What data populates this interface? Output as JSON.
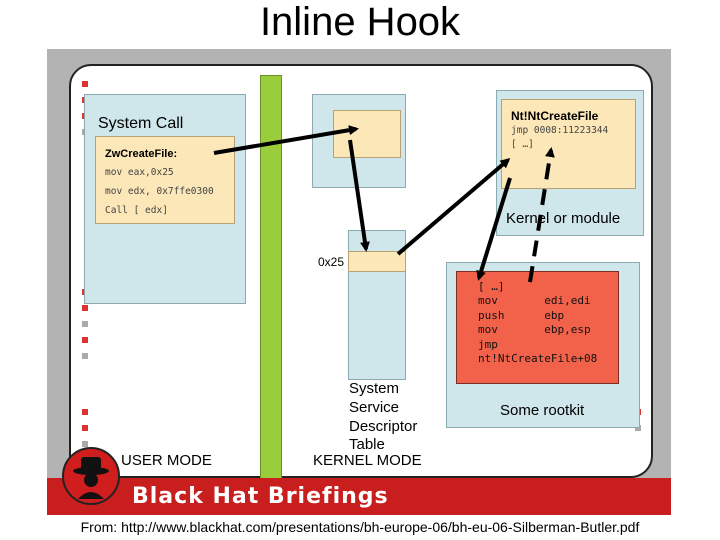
{
  "title": "Inline Hook",
  "footer": "From: http://www.blackhat.com/presentations/bh-europe-06/bh-eu-06-Silberman-Butler.pdf",
  "system_call": {
    "label": "System Call",
    "func": "ZwCreateFile:",
    "lines": [
      "mov eax,0x25",
      "mov edx, 0x7ffe0300",
      "Call [ edx]"
    ]
  },
  "ssdt": {
    "offset_label": "0x25",
    "label_lines": [
      "System",
      "Service",
      "Descriptor",
      "Table"
    ]
  },
  "kernel": {
    "func": "Nt!NtCreateFile",
    "lines": [
      "jmp 0008:11223344",
      "[ …]"
    ],
    "label": "Kernel or module"
  },
  "rootkit": {
    "lines": [
      "[ …]",
      "mov       edi,edi",
      "push      ebp",
      "mov       ebp,esp",
      "jmp",
      "nt!NtCreateFile+08"
    ],
    "label": "Some rootkit"
  },
  "modes": {
    "user": "USER MODE",
    "kernel": "KERNEL MODE"
  },
  "banner": "Black Hat Briefings",
  "colors": {
    "green_bar": "#9acd3c",
    "banner_red": "#c81e1e",
    "blue_box": "#cfe6ea",
    "yellow_box": "#fbe7b8",
    "rootkit_red": "#f2614a"
  }
}
